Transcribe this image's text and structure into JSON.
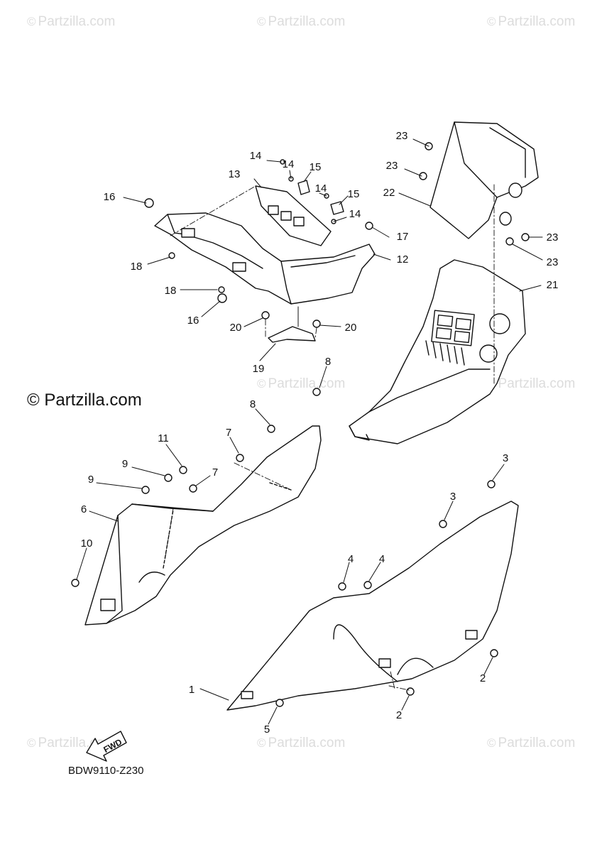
{
  "watermark": {
    "text": "Partzilla.com",
    "symbol": "©",
    "color": "#dcdcdc"
  },
  "brand": {
    "text": "© Partzilla.com"
  },
  "diagram_code": "BDW9110-Z230",
  "fwd_label": "FWD",
  "callouts": {
    "c23a": "23",
    "c23b": "23",
    "c22": "22",
    "c23c": "23",
    "c23d": "23",
    "c21": "21",
    "c14a": "14",
    "c14b": "14",
    "c15a": "15",
    "c13": "13",
    "c14c": "14",
    "c15b": "15",
    "c14d": "14",
    "c16a": "16",
    "c17": "17",
    "c12": "12",
    "c18a": "18",
    "c18b": "18",
    "c16b": "16",
    "c20a": "20",
    "c20b": "20",
    "c19": "19",
    "c8a": "8",
    "c8b": "8",
    "c7a": "7",
    "c11": "11",
    "c9a": "9",
    "c7b": "7",
    "c9b": "9",
    "c6": "6",
    "c10": "10",
    "c3a": "3",
    "c3b": "3",
    "c4a": "4",
    "c4b": "4",
    "c2a": "2",
    "c1": "1",
    "c2b": "2",
    "c5": "5"
  }
}
